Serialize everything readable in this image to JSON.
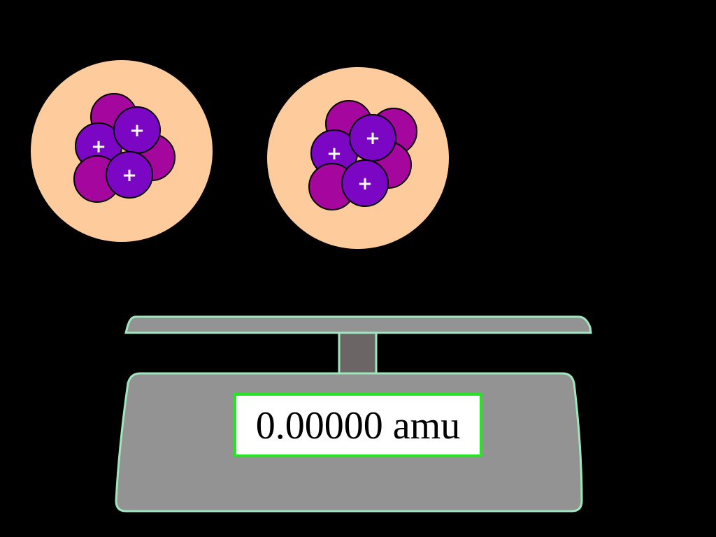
{
  "colors": {
    "background": "#000000",
    "nucleus_cloud": "#fdcb9c",
    "neutron": "#a5069e",
    "proton": "#7b06c4",
    "scale_body": "#939393",
    "scale_outline": "#9fe6bf",
    "scale_post": "#6c6565",
    "readout_border": "#22e622",
    "readout_bg": "#ffffff"
  },
  "nuclei": [
    {
      "name": "nucleus-left",
      "protons": 3,
      "neutrons": 3,
      "proton_symbol": "+"
    },
    {
      "name": "nucleus-right",
      "protons": 3,
      "neutrons": 4,
      "proton_symbol": "+"
    }
  ],
  "scale": {
    "readout": "0.00000 amu"
  }
}
